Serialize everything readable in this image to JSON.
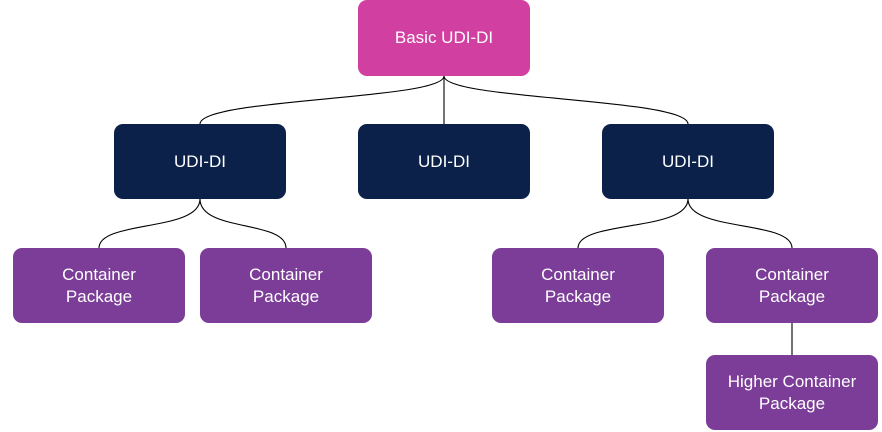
{
  "colors": {
    "basic": "#d13fa1",
    "udi": "#0b2149",
    "container": "#7b3d98",
    "connector": "#000000"
  },
  "nodes": {
    "basic_udi_di": {
      "label": "Basic UDI-DI"
    },
    "udi_di_1": {
      "label": "UDI-DI"
    },
    "udi_di_2": {
      "label": "UDI-DI"
    },
    "udi_di_3": {
      "label": "UDI-DI"
    },
    "container_1": {
      "label": "Container\nPackage"
    },
    "container_2": {
      "label": "Container\nPackage"
    },
    "container_3": {
      "label": "Container\nPackage"
    },
    "container_4": {
      "label": "Container\nPackage"
    },
    "higher_container": {
      "label": "Higher Container\nPackage"
    }
  }
}
